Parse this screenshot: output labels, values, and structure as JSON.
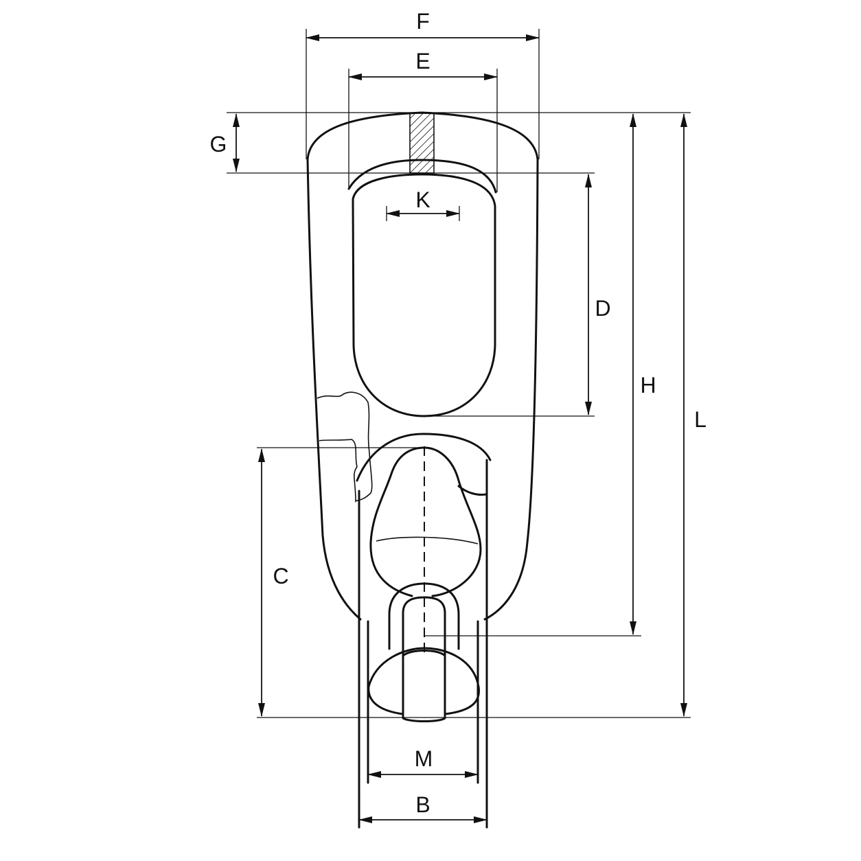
{
  "diagram": {
    "labels": {
      "F": "F",
      "E": "E",
      "G": "G",
      "K": "K",
      "D": "D",
      "H": "H",
      "L": "L",
      "C": "C",
      "M": "M",
      "B": "B"
    },
    "colors": {
      "line": "#111111",
      "background": "#ffffff"
    }
  }
}
